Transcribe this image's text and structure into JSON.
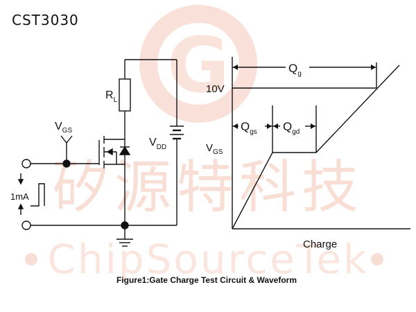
{
  "part_number": "CST3030",
  "caption": "Figure1:Gate Charge Test Circuit & Waveform",
  "watermark": {
    "chinese": "矽源特科技",
    "latin": "ChipSourceTek",
    "color": "#f4c9b9",
    "logo": "G"
  },
  "circuit": {
    "vgs": {
      "main": "V",
      "sub": "GS"
    },
    "rl": {
      "main": "R",
      "sub": "L"
    },
    "vdd": {
      "main": "V",
      "sub": "DD"
    },
    "current": "1mA"
  },
  "waveform": {
    "qg": {
      "main": "Q",
      "sub": "g"
    },
    "qgs": {
      "main": "Q",
      "sub": "gs"
    },
    "qgd": {
      "main": "Q",
      "sub": "gd"
    },
    "v10": "10V",
    "vgs": {
      "main": "V",
      "sub": "GS"
    },
    "xlabel": "Charge"
  }
}
